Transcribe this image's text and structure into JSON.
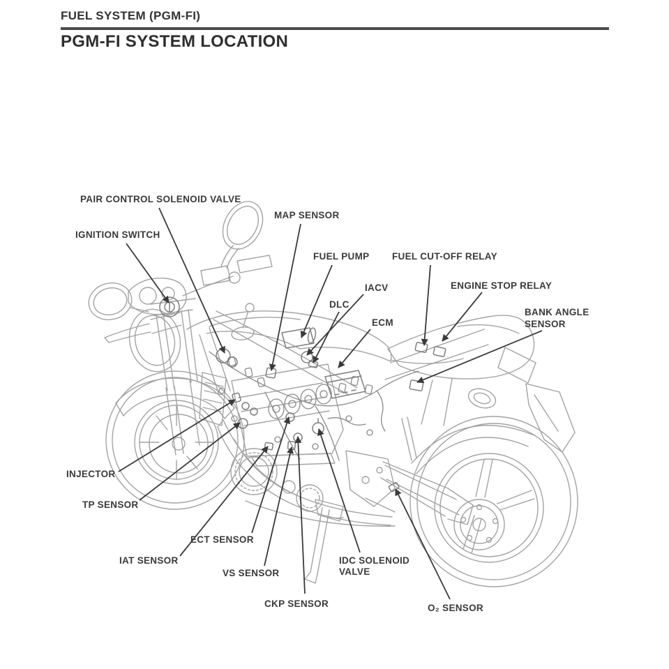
{
  "page": {
    "section": "FUEL SYSTEM (PGM-FI)",
    "title": "PGM-FI SYSTEM LOCATION"
  },
  "colors": {
    "background": "#ffffff",
    "header_text": "#333333",
    "header_rule": "#4a4a4a",
    "callout_text": "#3a3a3a",
    "artwork_line": "#a3a3a3"
  },
  "diagram": {
    "caption": "Line illustration of motorcycle showing PGM-FI system component locations",
    "callouts": [
      {
        "label": "PAIR CONTROL SOLENOID VALVE"
      },
      {
        "label": "IGNITION SWITCH"
      },
      {
        "label": "MAP SENSOR"
      },
      {
        "label": "FUEL PUMP"
      },
      {
        "label": "FUEL CUT-OFF RELAY"
      },
      {
        "label": "IACV"
      },
      {
        "label": "DLC"
      },
      {
        "label": "ECM"
      },
      {
        "label": "ENGINE STOP RELAY"
      },
      {
        "label": "BANK ANGLE",
        "label2": "SENSOR"
      },
      {
        "label": "INJECTOR"
      },
      {
        "label": "TP SENSOR"
      },
      {
        "label": "ECT SENSOR"
      },
      {
        "label": "IAT SENSOR"
      },
      {
        "label": "VS SENSOR"
      },
      {
        "label": "IDC SOLENOID",
        "label2": "VALVE"
      },
      {
        "label": "CKP SENSOR"
      },
      {
        "label": "O₂ SENSOR"
      }
    ]
  }
}
